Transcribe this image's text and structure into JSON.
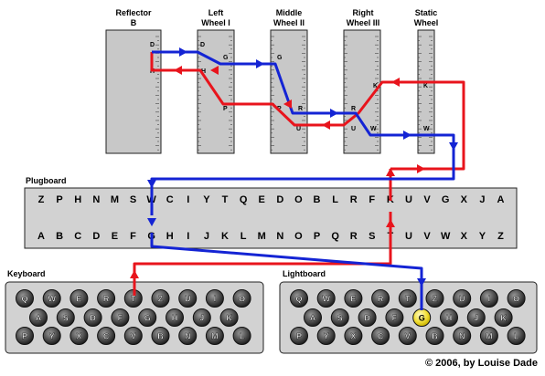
{
  "headers": {
    "reflector": [
      "Reflector",
      "B"
    ],
    "left_wheel": [
      "Left",
      "Wheel I"
    ],
    "middle_wheel": [
      "Middle",
      "Wheel II"
    ],
    "right_wheel": [
      "Right",
      "Wheel III"
    ],
    "static_wheel": [
      "Static",
      "Wheel"
    ]
  },
  "wheel_labels": {
    "reflector": [
      "D",
      "H"
    ],
    "left_wheel": [
      "D",
      "G",
      "H",
      "P"
    ],
    "middle_wheel": [
      "G",
      "P",
      "R",
      "U"
    ],
    "right_wheel": [
      "K",
      "R",
      "U",
      "W"
    ],
    "static_wheel": [
      "K",
      "W"
    ]
  },
  "plugboard": {
    "title": "Plugboard",
    "top_row": [
      "Z",
      "P",
      "H",
      "N",
      "M",
      "S",
      "W",
      "C",
      "I",
      "Y",
      "T",
      "Q",
      "E",
      "D",
      "O",
      "B",
      "L",
      "R",
      "F",
      "K",
      "U",
      "V",
      "G",
      "X",
      "J",
      "A"
    ],
    "bottom_row": [
      "A",
      "B",
      "C",
      "D",
      "E",
      "F",
      "G",
      "H",
      "I",
      "J",
      "K",
      "L",
      "M",
      "N",
      "O",
      "P",
      "Q",
      "R",
      "S",
      "T",
      "U",
      "V",
      "W",
      "X",
      "Y",
      "Z"
    ]
  },
  "keyboard": {
    "title": "Keyboard",
    "rows": [
      [
        "Q",
        "W",
        "E",
        "R",
        "T",
        "Z",
        "U",
        "I",
        "O"
      ],
      [
        "A",
        "S",
        "D",
        "F",
        "G",
        "H",
        "J",
        "K"
      ],
      [
        "P",
        "Y",
        "X",
        "C",
        "V",
        "B",
        "N",
        "M",
        "L"
      ]
    ],
    "pressed_key": "T"
  },
  "lightboard": {
    "title": "Lightboard",
    "lit_lamp": "G"
  },
  "copyright": "© 2006, by Louise Dade",
  "colors": {
    "forward_path": "#e8141c",
    "return_path": "#1424d4",
    "panel": "#d2d2d2",
    "lamp_lit": "#f2e03a"
  }
}
